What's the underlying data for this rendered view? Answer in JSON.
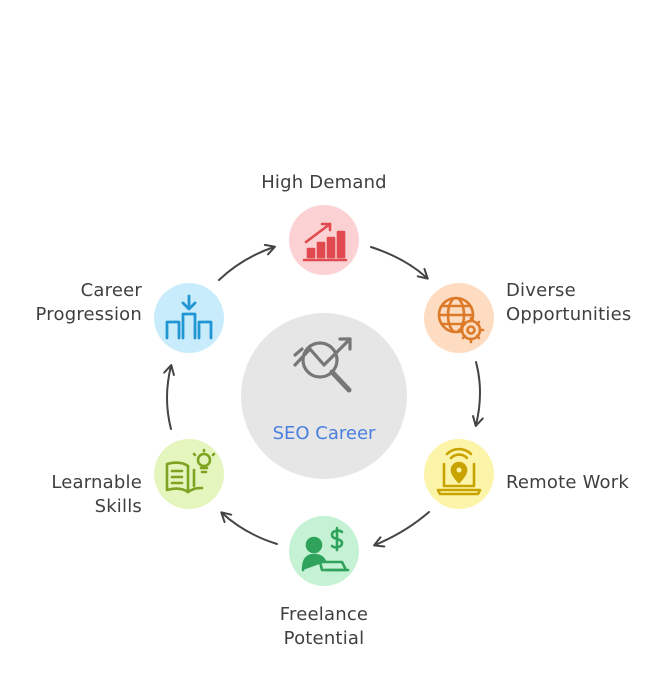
{
  "center": {
    "label": "SEO Career",
    "icon": "seo-search-chart-icon",
    "label_color": "#4a7fe0",
    "fill": "#e6e6e6"
  },
  "nodes": [
    {
      "id": "high-demand",
      "lines": [
        "High Demand"
      ],
      "icon": "rising-bar-chart-icon",
      "fill": "#fcd1d4",
      "accent": "#e04a4f"
    },
    {
      "id": "diverse-opportunities",
      "lines": [
        "Diverse",
        "Opportunities"
      ],
      "icon": "globe-gear-icon",
      "fill": "#fddcc1",
      "accent": "#dc7a2a"
    },
    {
      "id": "remote-work",
      "lines": [
        "Remote Work"
      ],
      "icon": "laptop-location-icon",
      "fill": "#fcf4a9",
      "accent": "#c9a400"
    },
    {
      "id": "freelance-potential",
      "lines": [
        "Freelance",
        "Potential"
      ],
      "icon": "person-laptop-dollar-icon",
      "fill": "#c5f2d5",
      "accent": "#2fa35c"
    },
    {
      "id": "learnable-skills",
      "lines": [
        "Learnable",
        "Skills"
      ],
      "icon": "book-lightbulb-icon",
      "fill": "#e5f5be",
      "accent": "#7ea320"
    },
    {
      "id": "career-progression",
      "lines": [
        "Career",
        "Progression"
      ],
      "icon": "podium-arrow-icon",
      "fill": "#c8ecfb",
      "accent": "#2196d3"
    }
  ]
}
